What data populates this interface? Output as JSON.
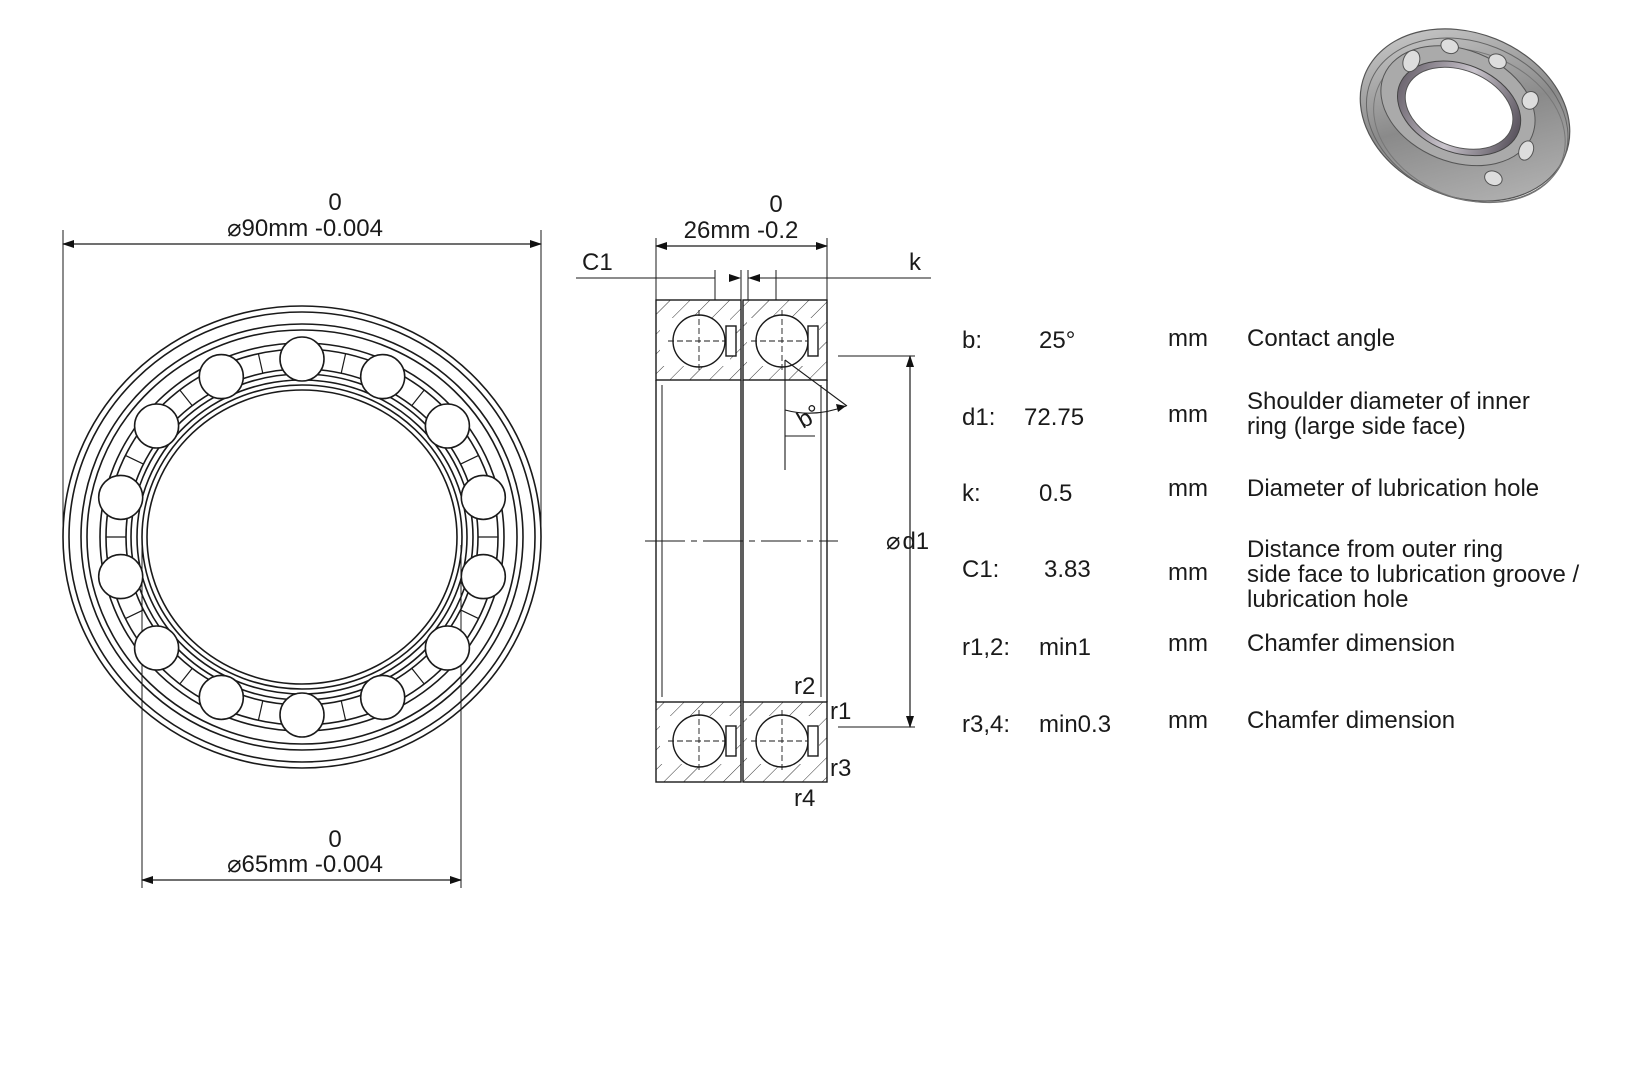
{
  "front_view": {
    "outer_tol_upper": "0",
    "outer_dim": "90mm -0.004",
    "inner_tol_upper": "0",
    "inner_dim": "65mm -0.004",
    "diameter_symbol": "⌀"
  },
  "section_view": {
    "width_tol_upper": "0",
    "width_dim": "26mm -0.2",
    "c1_label": "C1",
    "k_label": "k",
    "angle_label": "b°",
    "d1_label": "d1",
    "r1_label": "r1",
    "r2_label": "r2",
    "r3_label": "r3",
    "r4_label": "r4"
  },
  "specs": [
    {
      "key": "b:",
      "value": "25°",
      "unit": "mm",
      "desc": "Contact angle"
    },
    {
      "key": "d1:",
      "value": "72.75",
      "unit": "mm",
      "desc": "Shoulder diameter of inner\nring (large side face)"
    },
    {
      "key": "k:",
      "value": "0.5",
      "unit": "mm",
      "desc": "Diameter of lubrication hole"
    },
    {
      "key": "C1:",
      "value": "3.83",
      "unit": "mm",
      "desc": "Distance from outer ring\nside face to lubrication groove /\nlubrication hole"
    },
    {
      "key": "r1,2:",
      "value": "min1",
      "unit": "mm",
      "desc": "Chamfer dimension"
    },
    {
      "key": "r3,4:",
      "value": "min0.3",
      "unit": "mm",
      "desc": "Chamfer dimension"
    }
  ]
}
